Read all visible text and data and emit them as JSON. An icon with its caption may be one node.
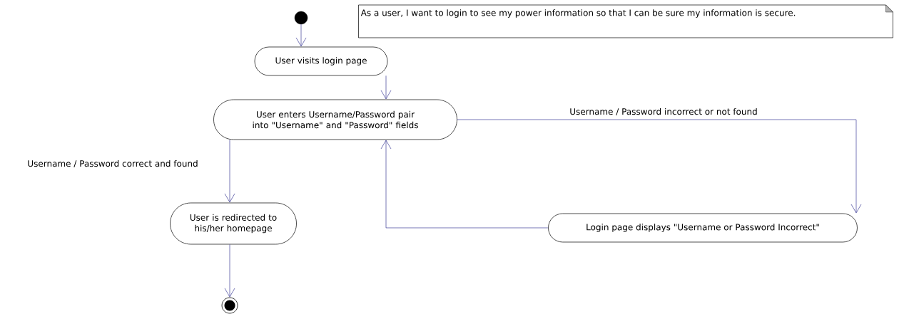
{
  "diagram": {
    "nodes": [
      {
        "text": [],
        "shape": "circle"
      },
      {
        "text": [
          "User visits login page"
        ]
      },
      {
        "text": [
          "User enters Username/Password pair into \"Username\" and \"Password\" fields"
        ]
      },
      {
        "text": [
          "User is redirected to his/her homepage"
        ]
      },
      {
        "text": [],
        "shape": "circle"
      },
      {
        "text": [
          "Login page displays \"Username or Password Incorrect\""
        ]
      },
      {
        "text": [
          "As a user, I want to login to see my power information so that I can be sure my information is secure."
        ]
      }
    ],
    "edges": [
      {
        "from": 0,
        "to": 1,
        "arrow": "to"
      },
      {
        "from": 1,
        "to": 2,
        "arrow": "to"
      },
      {
        "from": 2,
        "to": 3,
        "arrow": "to",
        "label": "Username / Password correct and found"
      },
      {
        "from": 2,
        "to": 5,
        "arrow": "to",
        "label": "Username / Password incorrect or not found"
      },
      {
        "from": 5,
        "to": 2,
        "arrow": "to"
      },
      {
        "from": 3,
        "to": 4,
        "arrow": "to"
      }
    ]
  }
}
